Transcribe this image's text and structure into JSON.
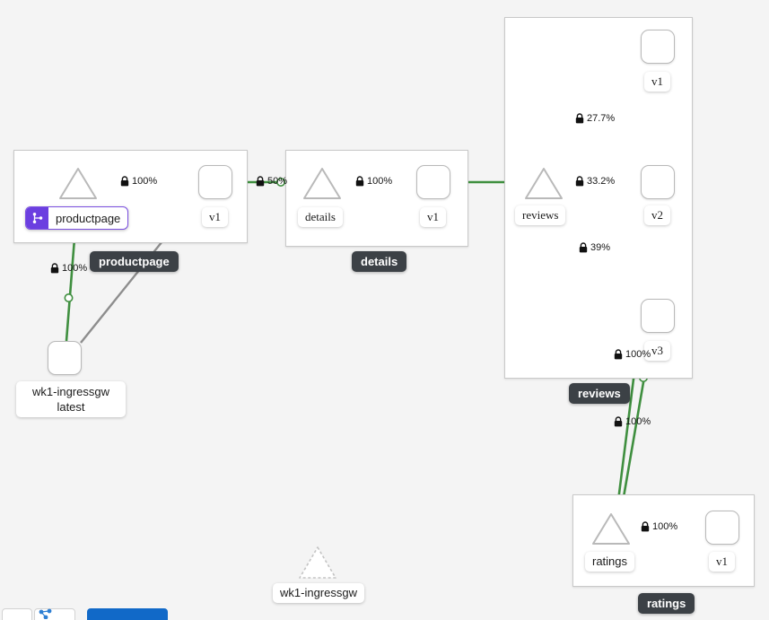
{
  "canvas": {
    "background": "#f4f4f4",
    "edge_color": "#3f8f3f",
    "edge_color_idle": "#8d8d8d",
    "badge_color": "#3c4146",
    "vs_icon_color": "#6b3fe0",
    "node_border": "#b9b9b9",
    "appbox_border": "#c9c9c9"
  },
  "apps": [
    {
      "id": "productpage",
      "badge": "productpage"
    },
    {
      "id": "details",
      "badge": "details"
    },
    {
      "id": "reviews",
      "badge": "reviews"
    },
    {
      "id": "ratings",
      "badge": "ratings"
    }
  ],
  "nodes": {
    "ingressgw": {
      "label_line1": "wk1-ingressgw",
      "label_line2": "latest"
    },
    "productpage_svc": {
      "label": "productpage",
      "icon": "virtualservice-icon"
    },
    "productpage_v1": {
      "label": "v1"
    },
    "details_svc": {
      "label": "details"
    },
    "details_v1": {
      "label": "v1"
    },
    "reviews_svc": {
      "label": "reviews"
    },
    "reviews_v1": {
      "label": "v1"
    },
    "reviews_v2": {
      "label": "v2"
    },
    "reviews_v3": {
      "label": "v3"
    },
    "ratings_svc": {
      "label": "ratings"
    },
    "ratings_v1": {
      "label": "v1"
    },
    "ghost_ingressgw": {
      "label": "wk1-ingressgw"
    }
  },
  "edges": [
    {
      "id": "gw-to-productpage-svc",
      "from": "ingressgw",
      "to": "productpage_svc",
      "pct": "100%",
      "secured": true
    },
    {
      "id": "gw-to-productpage-v1",
      "from": "ingressgw",
      "to": "productpage_v1",
      "pct": "",
      "secured": false
    },
    {
      "id": "productpage-svc-to-v1",
      "from": "productpage_svc",
      "to": "productpage_v1",
      "pct": "100%",
      "secured": true
    },
    {
      "id": "productpage-v1-to-details-svc",
      "from": "productpage_v1",
      "to": "details_svc",
      "pct": "50%",
      "secured": true
    },
    {
      "id": "details-svc-to-v1",
      "from": "details_svc",
      "to": "details_v1",
      "pct": "100%",
      "secured": true
    },
    {
      "id": "details-v1-to-reviews-svc",
      "from": "details_v1",
      "to": "reviews_svc",
      "pct": "",
      "secured": false
    },
    {
      "id": "reviews-svc-to-v1",
      "from": "reviews_svc",
      "to": "reviews_v1",
      "pct": "27.7%",
      "secured": true
    },
    {
      "id": "reviews-svc-to-v2",
      "from": "reviews_svc",
      "to": "reviews_v2",
      "pct": "33.2%",
      "secured": true
    },
    {
      "id": "reviews-svc-to-v3",
      "from": "reviews_svc",
      "to": "reviews_v3",
      "pct": "39%",
      "secured": true
    },
    {
      "id": "reviews-v2-to-ratings",
      "from": "reviews_v2",
      "to": "ratings_svc",
      "pct": "100%",
      "secured": true
    },
    {
      "id": "reviews-v3-to-ratings",
      "from": "reviews_v3",
      "to": "ratings_svc",
      "pct": "100%",
      "secured": true
    },
    {
      "id": "ratings-svc-to-v1",
      "from": "ratings_svc",
      "to": "ratings_v1",
      "pct": "100%",
      "secured": true
    }
  ],
  "edge_labels": {
    "pp_svc_v1": "100%",
    "gw_pp": "100%",
    "pp_details": "50%",
    "details_internal": "100%",
    "reviews_v1": "27.7%",
    "reviews_v2": "33.2%",
    "reviews_v3": "39%",
    "v3_ratings": "100%",
    "v2_ratings": "100%",
    "ratings_internal": "100%"
  },
  "group_badges": {
    "productpage": "productpage",
    "details": "details",
    "reviews": "reviews",
    "ratings": "ratings",
    "ghost": "wk1-ingressgw"
  }
}
